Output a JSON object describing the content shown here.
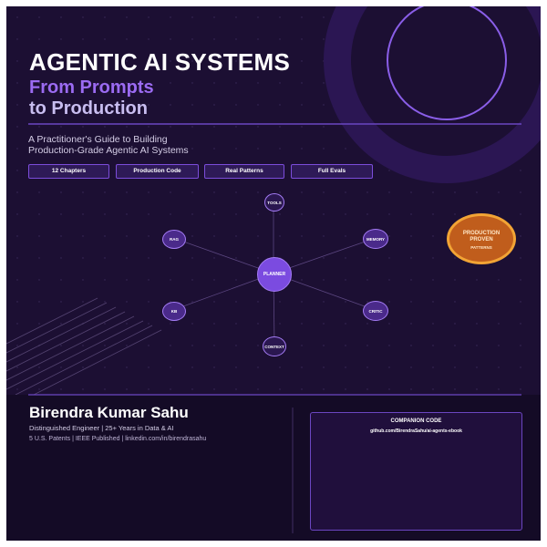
{
  "cover": {
    "title": "AGENTIC AI SYSTEMS",
    "subtitle_line1": "From Prompts",
    "subtitle_line2": "to Production",
    "tagline_line1": "A Practitioner's Guide to Building",
    "tagline_line2": "Production-Grade Agentic AI Systems",
    "pills": [
      "12 Chapters",
      "Production Code",
      "Real Patterns",
      "Full Evals"
    ],
    "diagram_nodes": {
      "center": "PLANNER",
      "tools": "TOOLS",
      "memory": "MEMORY",
      "critic": "CRITIC",
      "context": "CONTEXT",
      "kb": "KB",
      "rag": "RAG"
    },
    "badge": {
      "line1": "PRODUCTION",
      "line2": "PROVEN",
      "line3": "PATTERNS"
    },
    "author": {
      "name": "Birendra Kumar Sahu",
      "role": "Distinguished Engineer  |  25+ Years in Data & AI",
      "credentials": "5 U.S. Patents  |  IEEE Published  |  linkedin.com/in/birendrasahu"
    },
    "companion": {
      "title": "COMPANION CODE",
      "url": "github.com/BirendraSahu/ai-agents-ebook"
    },
    "colors": {
      "background": "#1c0f33",
      "accent": "#9b6bf2",
      "badge": "#c05d1c"
    }
  }
}
